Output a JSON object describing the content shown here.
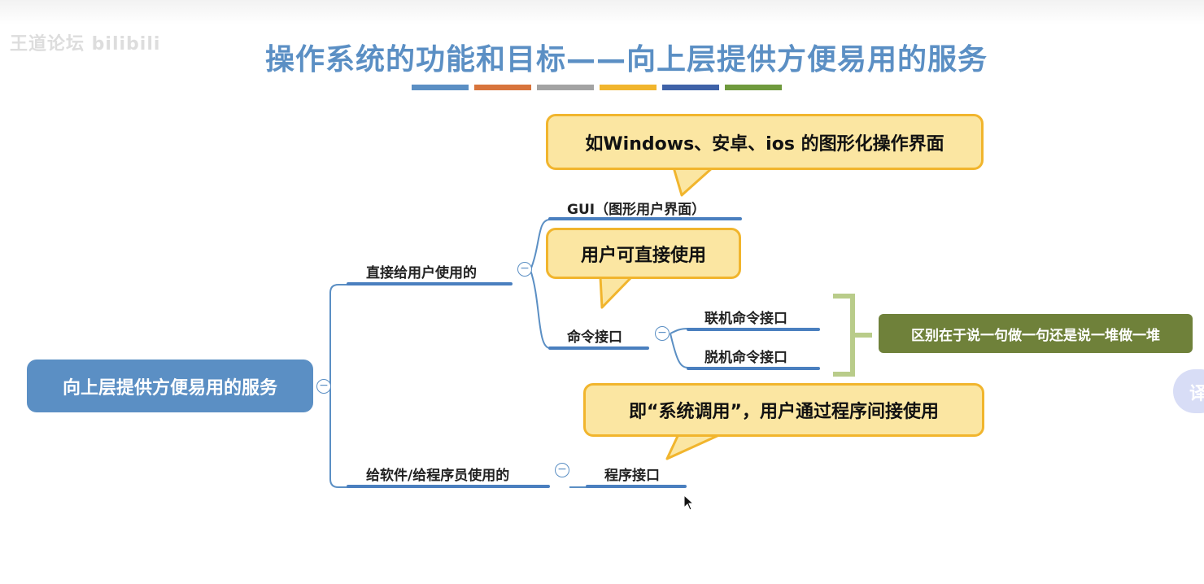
{
  "watermark": {
    "text": "王道论坛 bilibili"
  },
  "title": "操作系统的功能和目标——向上层提供方便易用的服务",
  "accent_colors": [
    "#5b8fc4",
    "#d8743c",
    "#a3a3a3",
    "#f1b52d",
    "#3f62a8",
    "#6f9a3d"
  ],
  "root": {
    "label": "向上层提供方便易用的服务"
  },
  "branches": {
    "user": {
      "label": "直接给用户使用的"
    },
    "software": {
      "label": "给软件/给程序员使用的"
    }
  },
  "leaves": {
    "gui": "GUI（图形用户界面）",
    "command": "命令接口",
    "online": "联机命令接口",
    "offline": "脱机命令接口",
    "program": "程序接口"
  },
  "callouts": {
    "gui": "如Windows、安卓、ios 的图形化操作界面",
    "command": "用户可直接使用",
    "program": "即“系统调用”，用户通过程序间接使用"
  },
  "summary": "区别在于说一句做一句还是说一堆做一堆",
  "side_pill": {
    "label": "译"
  },
  "collapse_symbol": "−"
}
